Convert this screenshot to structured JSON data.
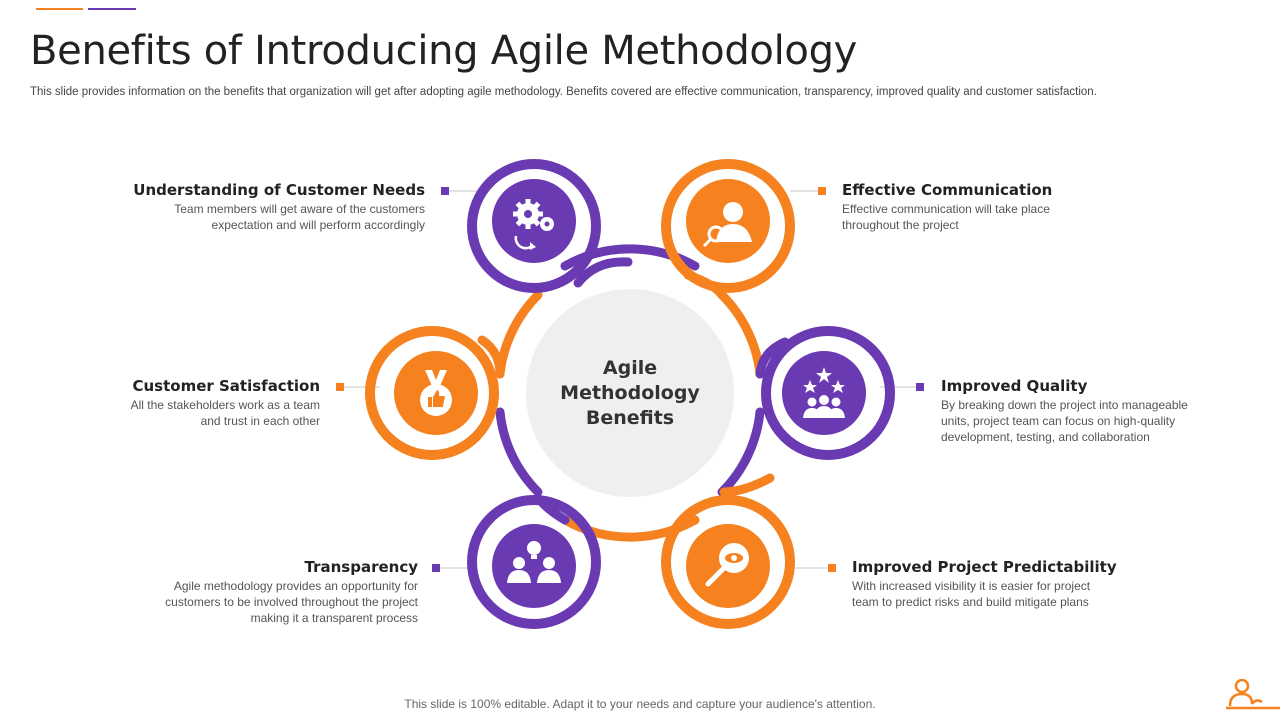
{
  "colors": {
    "orange": "#f5821f",
    "purple": "#6a3ab2",
    "center_fill": "#efefef"
  },
  "header": {
    "title": "Benefits of Introducing Agile Methodology",
    "subtitle": "This slide provides information on the benefits that organization will get after adopting agile methodology. Benefits covered are effective communication, transparency, improved quality and customer satisfaction."
  },
  "center": {
    "lines": [
      "Agile",
      "Methodology",
      "Benefits"
    ]
  },
  "benefits": [
    {
      "title": "Understanding of Customer Needs",
      "lines": [
        "Team members will get aware of the customers",
        "expectation and will perform accordingly"
      ],
      "icon": "gears-icon",
      "color": "purple"
    },
    {
      "title": "Effective Communication",
      "lines": [
        "Effective communication will take place",
        "throughout the project"
      ],
      "icon": "user-search-icon",
      "color": "orange"
    },
    {
      "title": "Customer Satisfaction",
      "lines": [
        "All the stakeholders work as a team",
        "and trust in each other"
      ],
      "icon": "thumbs-up-badge-icon",
      "color": "orange"
    },
    {
      "title": "Improved Quality",
      "lines": [
        "By breaking down the project into manageable",
        "units, project team can focus on high-quality",
        "development,  testing, and collaboration"
      ],
      "icon": "team-stars-icon",
      "color": "purple"
    },
    {
      "title": "Transparency",
      "lines": [
        "Agile methodology provides an opportunity for",
        "customers to be involved  throughout the project",
        "making it a transparent process"
      ],
      "icon": "team-idea-icon",
      "color": "purple"
    },
    {
      "title": "Improved Project Predictability",
      "lines": [
        "With increased visibility it is easier for project",
        "team to predict risks and build mitigate plans"
      ],
      "icon": "magnifier-eye-icon",
      "color": "orange"
    }
  ],
  "footer": {
    "text": "This slide is 100% editable. Adapt it to your needs and capture your audience's attention."
  }
}
